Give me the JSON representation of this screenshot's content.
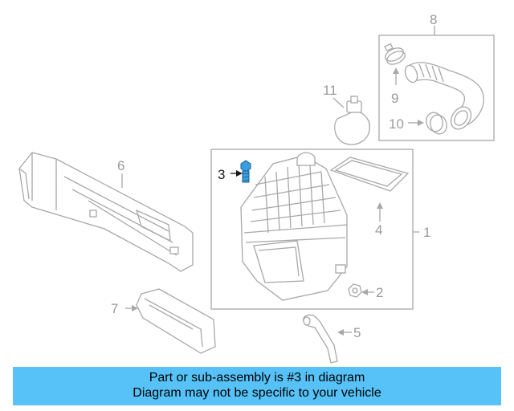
{
  "diagram": {
    "callouts": [
      "1",
      "2",
      "3",
      "4",
      "5",
      "6",
      "7",
      "8",
      "9",
      "10",
      "11"
    ],
    "highlighted_callout": "3",
    "highlight_color": "#3a9fe0"
  },
  "banner": {
    "line1": "Part or sub-assembly is #3 in diagram",
    "line2": "Diagram may not be specific to your vehicle",
    "background": "#56c2f7"
  }
}
